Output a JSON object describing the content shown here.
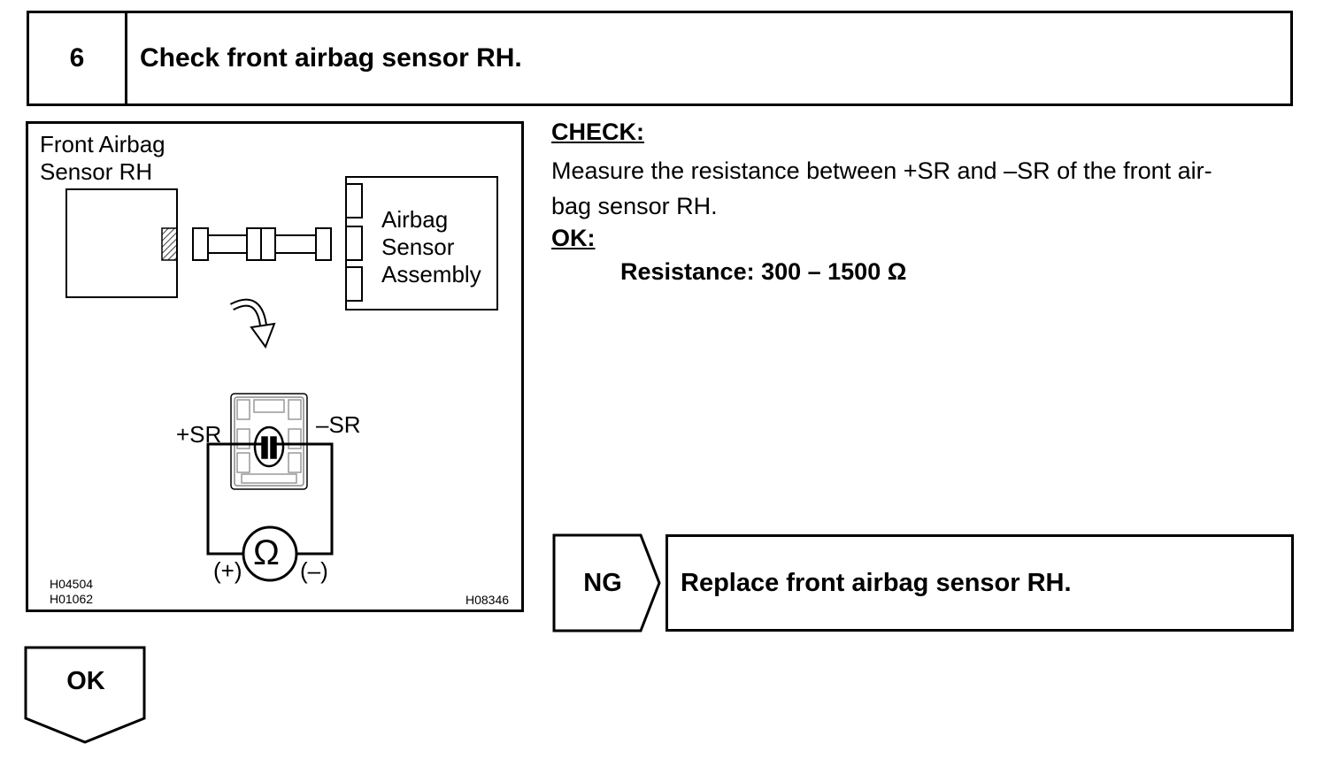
{
  "step": {
    "number": "6",
    "title": "Check front airbag sensor RH."
  },
  "figure": {
    "label_sensor_line1": "Front Airbag",
    "label_sensor_line2": "Sensor RH",
    "label_assembly_line1": "Airbag",
    "label_assembly_line2": "Sensor",
    "label_assembly_line3": "Assembly",
    "pin_plus": "+SR",
    "pin_minus": "–SR",
    "meter_symbol": "Ω",
    "meter_plus": "(+)",
    "meter_minus": "(–)",
    "code1": "H04504",
    "code2": "H01062",
    "code3": "H08346"
  },
  "check": {
    "heading": "CHECK:",
    "line1": "Measure the resistance between +SR and –SR of the front air-",
    "line2": "bag sensor RH."
  },
  "ok_spec": {
    "heading": "OK:",
    "resistance": "Resistance: 300 – 1500 Ω"
  },
  "ng_branch": {
    "label": "NG",
    "action": "Replace front airbag sensor RH."
  },
  "ok_branch": {
    "label": "OK"
  }
}
